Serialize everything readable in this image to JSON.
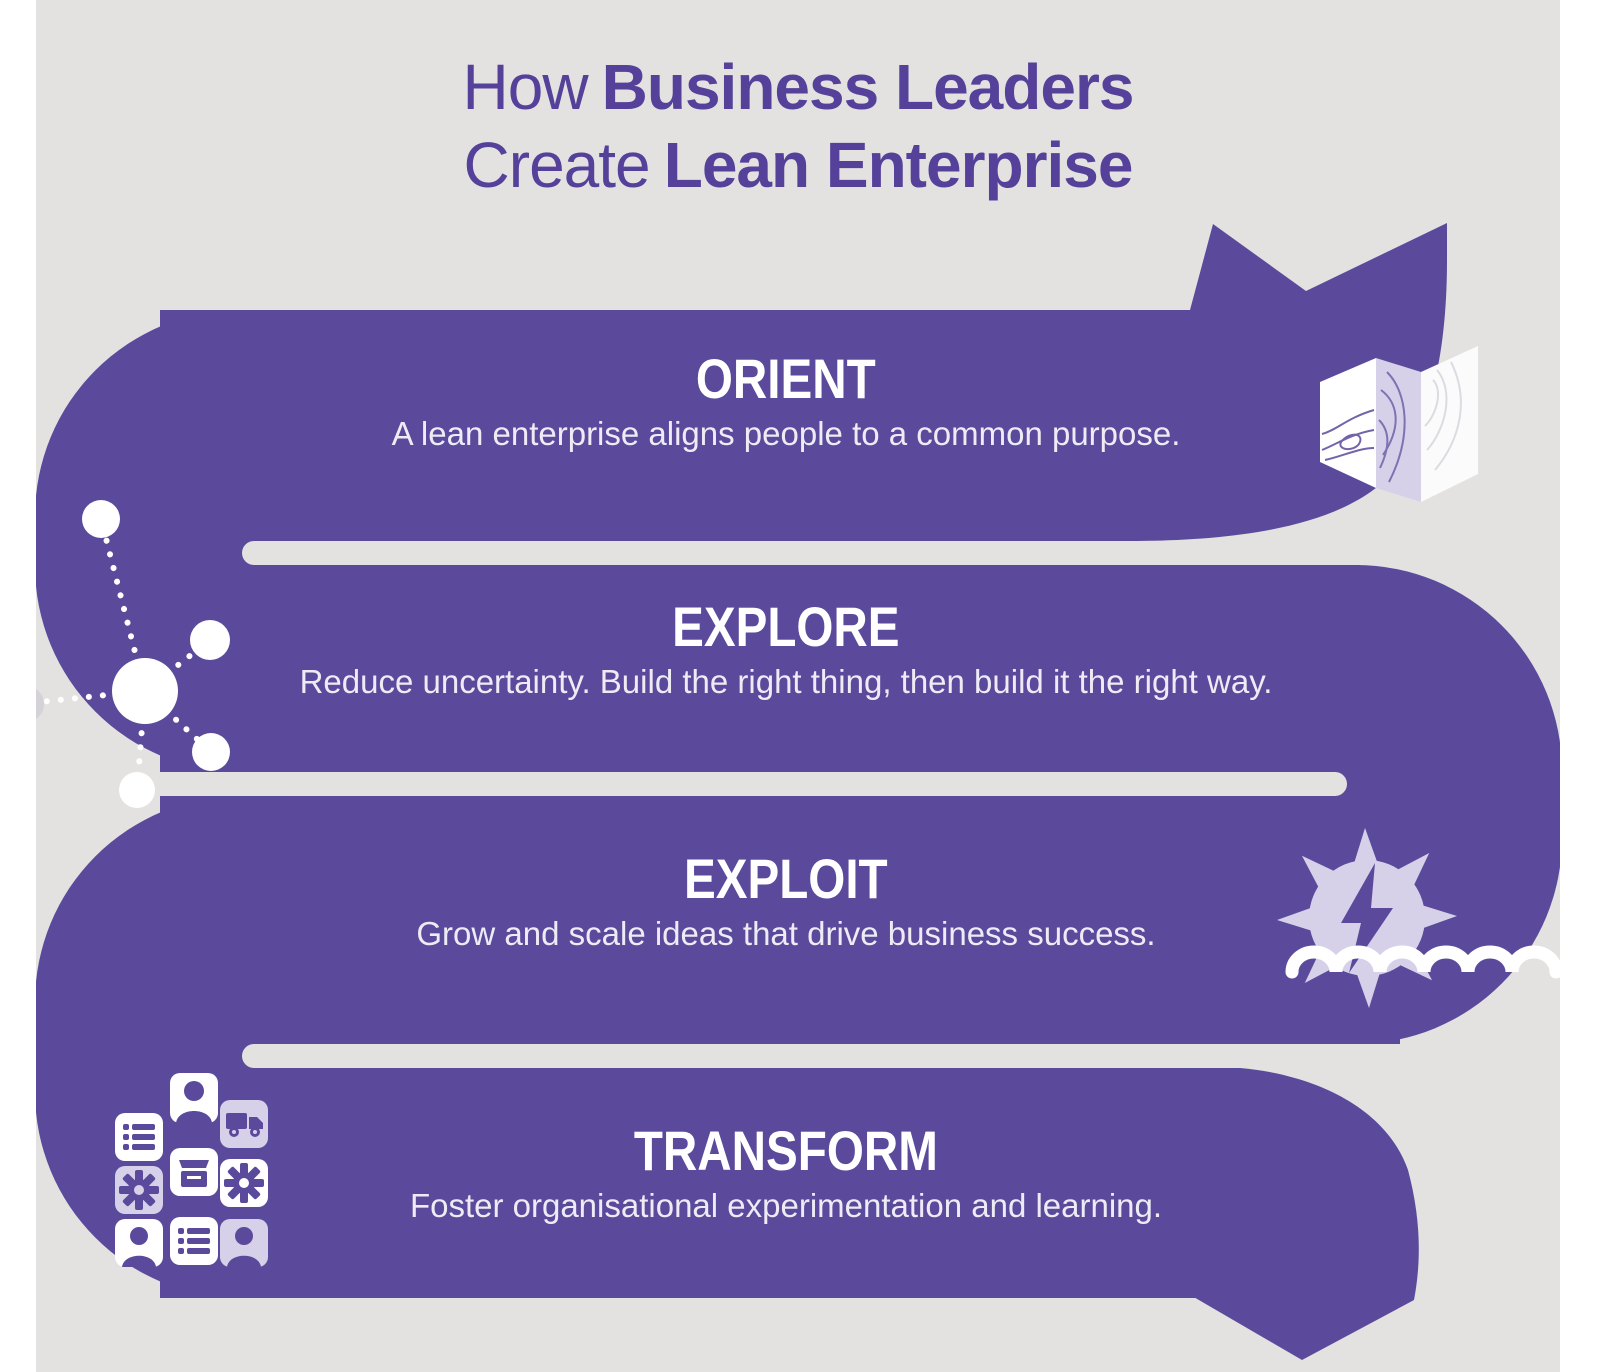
{
  "title": {
    "line1_light": "How",
    "line1_bold": "Business Leaders",
    "line2_light": "Create",
    "line2_bold": "Lean Enterprise"
  },
  "sections": [
    {
      "id": "orient",
      "heading": "ORIENT",
      "description": "A lean enterprise aligns people to a common purpose.",
      "icon": "folded-map-icon"
    },
    {
      "id": "explore",
      "heading": "EXPLORE",
      "description": "Reduce uncertainty. Build the right thing, then build it the right way.",
      "icon": "network-nodes-icon"
    },
    {
      "id": "exploit",
      "heading": "EXPLOIT",
      "description": "Grow and scale ideas that drive business success.",
      "icon": "water-turbine-lightning-icon"
    },
    {
      "id": "transform",
      "heading": "TRANSFORM",
      "description": "Foster organisational experimentation and learning.",
      "icon": "team-process-grid-icon"
    }
  ],
  "colors": {
    "ribbon": "#5b4a9c",
    "title": "#55409a",
    "background": "#e3e2e1",
    "accent_light": "#d6d1e9",
    "subtitle": "#eeebf5"
  }
}
